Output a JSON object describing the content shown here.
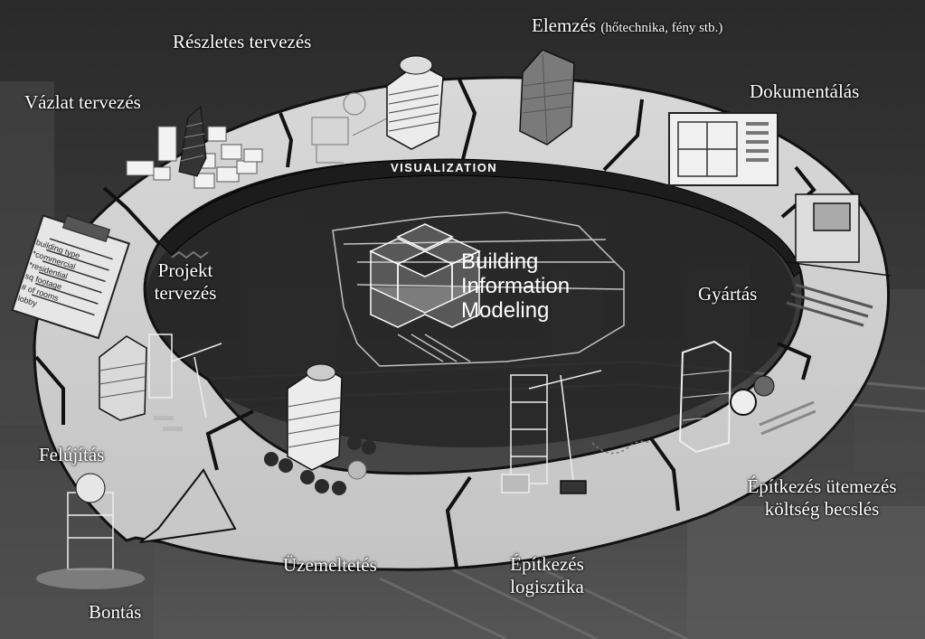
{
  "center": {
    "line1": "Building",
    "line2": "Information",
    "line3": "Modeling"
  },
  "ring_label": "VISUALIZATION",
  "clipboard_lines": [
    "building type",
    "*commercial",
    "*residential",
    "sq footage",
    "# of rooms",
    "lobby"
  ],
  "stages": {
    "vazlat": "Vázlat tervezés",
    "reszletes": "Részletes tervezés",
    "elemzes": "Elemzés",
    "elemzes_note": "(hőtechnika, fény stb.)",
    "dokumentalas": "Dokumentálás",
    "gyartas": "Gyártás",
    "utemezes_1": "Építkezés ütemezés",
    "utemezes_2": "költség becslés",
    "logisztika_1": "Építkezés",
    "logisztika_2": "logisztika",
    "uzemeltetes": "Üzemeltetés",
    "projekt_1": "Projekt",
    "projekt_2": "tervezés",
    "felujitas": "Felújítás",
    "bontas": "Bontás"
  }
}
